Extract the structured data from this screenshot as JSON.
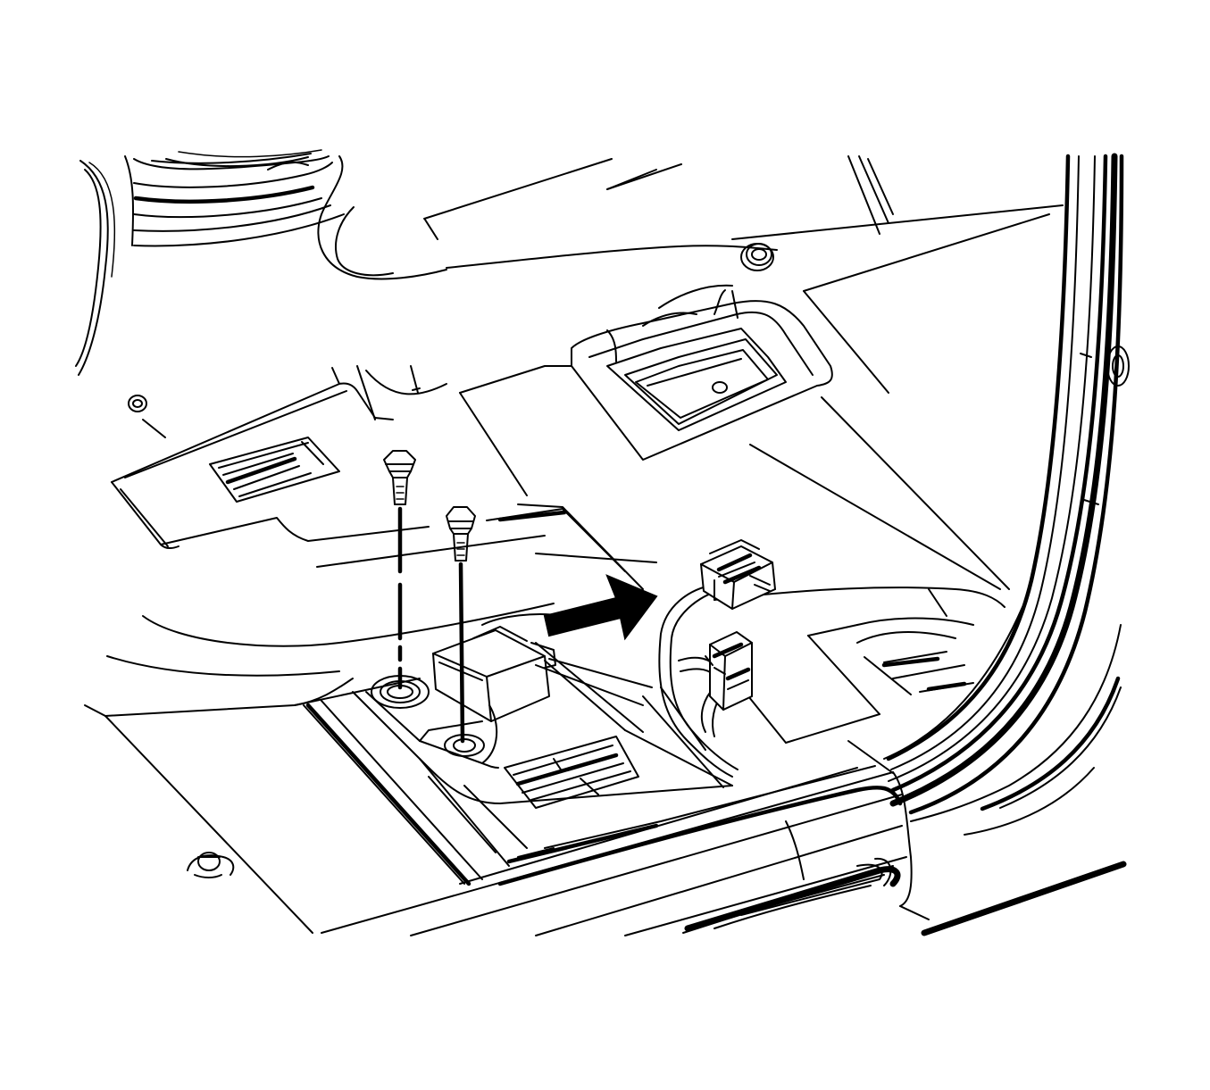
{
  "figure": {
    "ink_color": "#000000",
    "paper_color": "#ffffff",
    "callout_arrow_direction": "right",
    "fastener_count": 2,
    "electrical_connector_count": 2
  }
}
